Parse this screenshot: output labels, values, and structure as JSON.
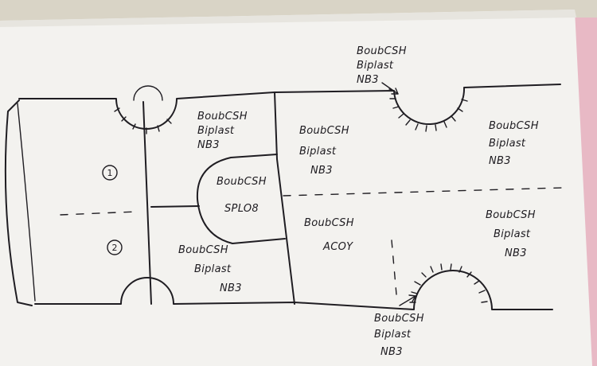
{
  "labels": {
    "top_arrow": [
      "BoubCSH",
      "Biplast",
      "NB3"
    ],
    "r1": [
      "BoubCSH",
      "Biplast",
      "NB3"
    ],
    "r2": [
      "BoubCSH",
      "Biplast",
      "NB3"
    ],
    "r3": [
      "BoubCSH",
      "Biplast",
      "NB3"
    ],
    "r4": [
      "BoubCSH",
      "Biplast",
      "NB3"
    ],
    "r5": [
      "BoubCSH",
      "Biplast",
      "NB3"
    ],
    "bottom_arrow": [
      "BoubCSH",
      "Biplast",
      "NB3"
    ],
    "splo8": [
      "BoubCSH",
      "SPLO8"
    ],
    "acoy": [
      "BoubCSH",
      "ACOY"
    ]
  },
  "markers": {
    "m1": "1",
    "m2": "2"
  },
  "colors": {
    "paper": "#f3f2ef",
    "ink": "#1f1d22",
    "pink": "#e8b9c5",
    "background": "#d9d4c6"
  }
}
